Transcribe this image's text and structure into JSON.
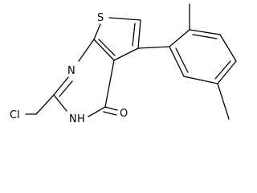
{
  "molecule": {
    "atoms": {
      "sulfur": "S",
      "nitrogen_top": "N",
      "nitrogen_h": "N",
      "hydrogen_on_n": "H",
      "oxygen": "O",
      "chlorine": "Cl"
    },
    "colors": {
      "bond": "#000000",
      "label": "#000000",
      "background": "#ffffff"
    }
  }
}
